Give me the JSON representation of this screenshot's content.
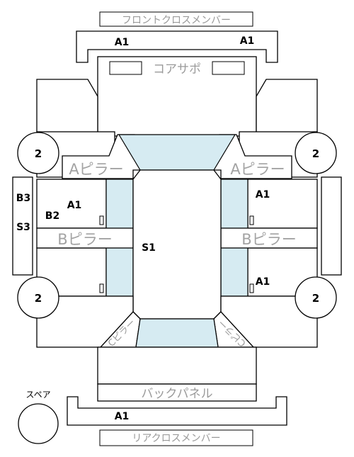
{
  "colors": {
    "glass": "#d6ebf2",
    "line": "#000000",
    "label_gray": "#9a9a9a"
  },
  "panels": {
    "front_cross_member": "フロントクロスメンバー",
    "core_support": "コアサポ",
    "a_pillar_left": "Aピラー",
    "a_pillar_right": "Aピラー",
    "b_pillar_left": "Bピラー",
    "b_pillar_right": "Bピラー",
    "back_panel": "バックパネル",
    "rear_cross_member": "リアクロスメンバー",
    "c_pillar_left": "Cピラー",
    "c_pillar_right": "Cピラー",
    "spare": "スペア"
  },
  "codes": {
    "front_left": "A1",
    "front_right": "A1",
    "side_left_b3": "B3",
    "side_left_s3": "S3",
    "door_left_b2": "B2",
    "door_left_a1": "A1",
    "door_right_front_a1": "A1",
    "door_right_rear_a1": "A1",
    "roof_s1": "S1",
    "rear_a1": "A1"
  },
  "tires": {
    "front_left": "2",
    "front_right": "2",
    "rear_left": "2",
    "rear_right": "2"
  }
}
